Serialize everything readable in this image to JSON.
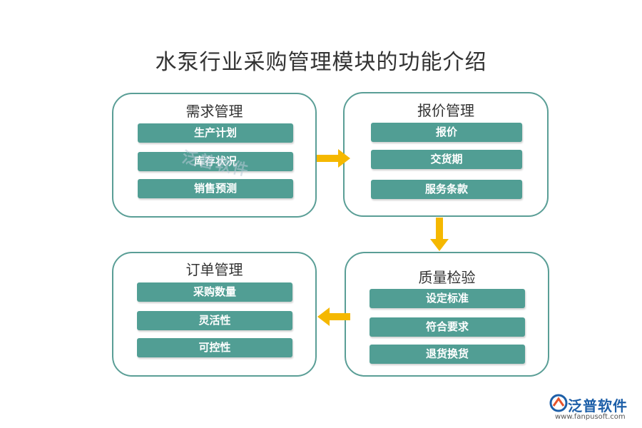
{
  "title": "水泵行业采购管理模块的功能介绍",
  "boxes": {
    "demand": {
      "title": "需求管理",
      "items": [
        "生产计划",
        "库存状况",
        "销售预测"
      ]
    },
    "quote": {
      "title": "报价管理",
      "items": [
        "报价",
        "交货期",
        "服务条款"
      ]
    },
    "quality": {
      "title": "质量检验",
      "items": [
        "设定标准",
        "符合要求",
        "退货换货"
      ]
    },
    "order": {
      "title": "订单管理",
      "items": [
        "采购数量",
        "灵活性",
        "可控性"
      ]
    }
  },
  "watermark": "泛普软件",
  "logo": {
    "name": "泛普软件",
    "url": "www.fanpusoft.com"
  },
  "colors": {
    "border": "#5a9e96",
    "item_fill": "#519e94",
    "arrow": "#f5b800",
    "title": "#333333"
  },
  "icons": {
    "logo": "fanpu-logo-icon"
  }
}
